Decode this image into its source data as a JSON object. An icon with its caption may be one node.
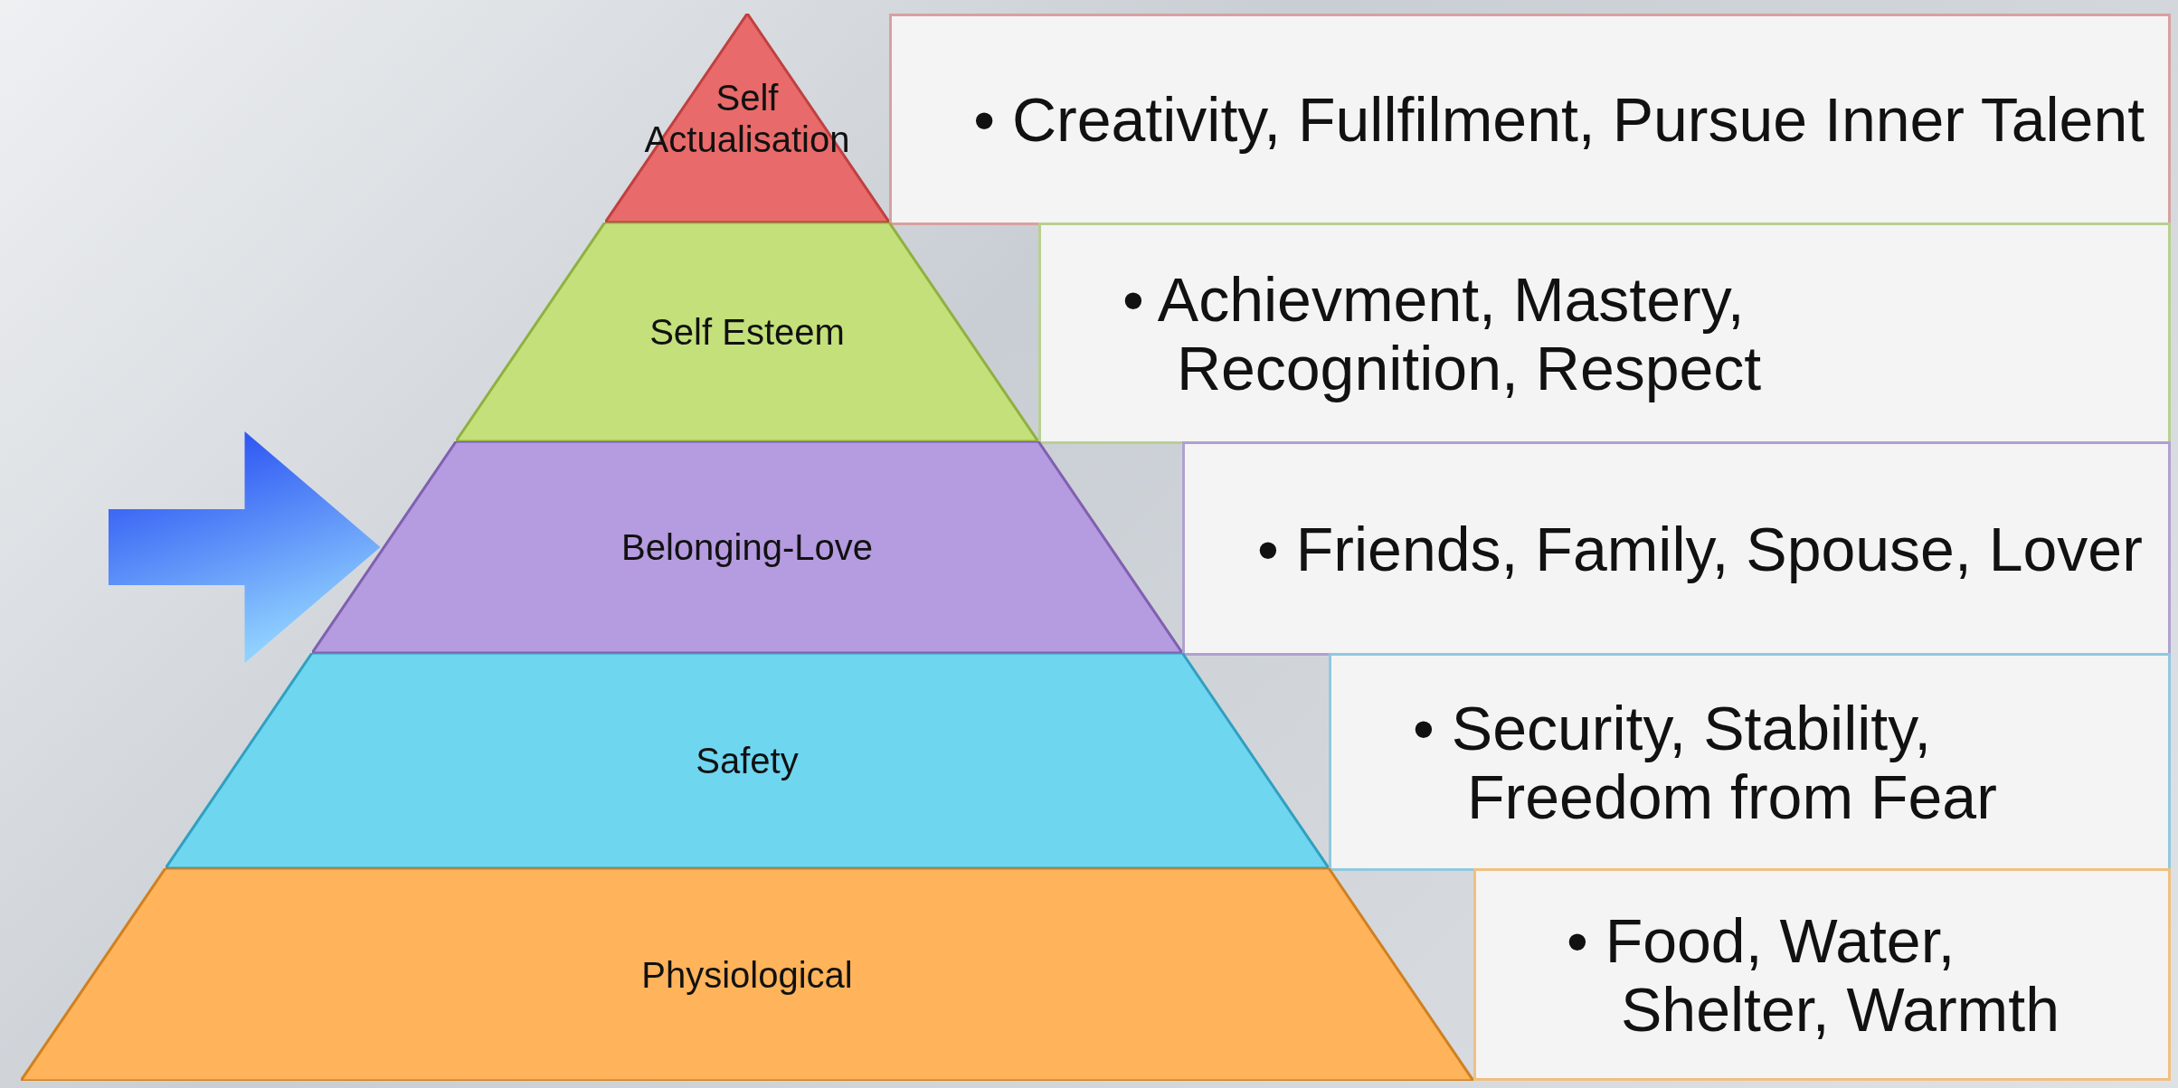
{
  "diagram": {
    "nodes": [
      {
        "text": [
          "Self Actualisation"
        ]
      },
      {
        "text": [
          "• Creativity, Fullfilment, Pursue Inner Talent"
        ]
      },
      {
        "text": [
          "Self Esteem"
        ]
      },
      {
        "text": [
          "• Achievment, Mastery, Recognition, Respect"
        ]
      },
      {
        "text": [
          "Belonging-Love"
        ]
      },
      {
        "text": [
          "• Friends, Family, Spouse, Lover"
        ]
      },
      {
        "text": [
          "Safety"
        ]
      },
      {
        "text": [
          "• Security, Stability, Freedom from Fear"
        ]
      },
      {
        "text": [
          "Physiological"
        ]
      },
      {
        "text": [
          "• Food, Water, Shelter, Warmth"
        ]
      }
    ],
    "edges": [
      {
        "from": null,
        "to": 4,
        "arrow": "to"
      }
    ]
  }
}
